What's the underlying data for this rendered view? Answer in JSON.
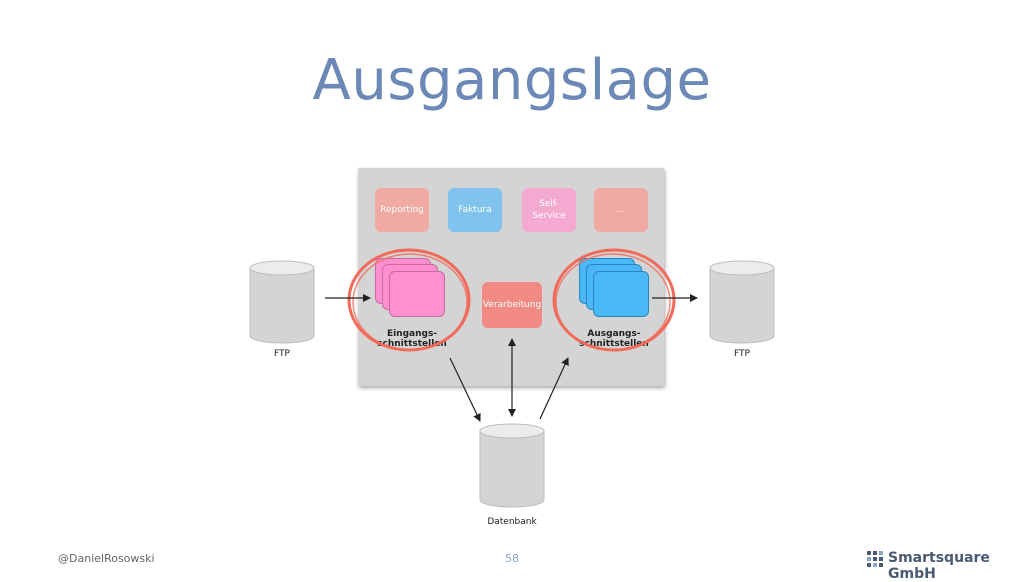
{
  "slide": {
    "title": "Ausgangslage",
    "author": "@DanielRosowski",
    "page_number": "58",
    "company": "Smartsquare GmbH"
  },
  "modules": {
    "reporting": "Reporting",
    "faktura": "Faktura",
    "self_service_line1": "Self-",
    "self_service_line2": "Service",
    "more": "...",
    "verarbeitung": "Verarbeitung"
  },
  "interfaces": {
    "input_line1": "Eingangs-",
    "input_line2": "schnittstellen",
    "output_line1": "Ausgangs-",
    "output_line2": "schnittstellen"
  },
  "stores": {
    "ftp_left": "FTP",
    "ftp_right": "FTP",
    "database": "Datenbank"
  },
  "colors": {
    "title": "#6b88b6",
    "reporting": "#f0aaa3",
    "faktura": "#7fc3ee",
    "self_service": "#f3a9d0",
    "more": "#f0aaa3",
    "verarbeitung": "#f28a84",
    "input_cards": "#ff8fcf",
    "output_cards": "#4ab8f7",
    "circle": "#f26a5a"
  }
}
